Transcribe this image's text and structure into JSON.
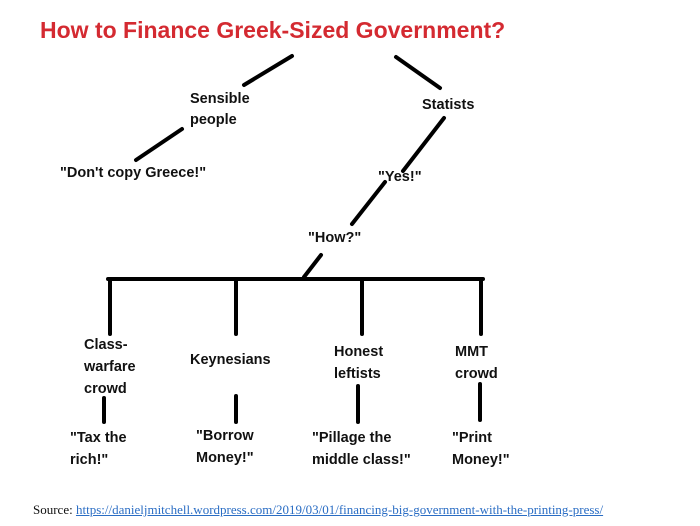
{
  "title": "How to Finance Greek-Sized Government?",
  "nodes": {
    "sensible": [
      "Sensible",
      "people"
    ],
    "statists": "Statists",
    "dont_copy": "\"Don't copy Greece!\"",
    "yes": "\"Yes!\"",
    "how": "\"How?\"",
    "groups": [
      {
        "label": [
          "Class-",
          "warfare",
          "crowd"
        ],
        "quote": [
          "\"Tax the",
          "rich!\""
        ]
      },
      {
        "label": [
          "Keynesians"
        ],
        "quote": [
          "\"Borrow",
          "Money!\""
        ]
      },
      {
        "label": [
          "Honest",
          "leftists"
        ],
        "quote": [
          "\"Pillage the",
          "middle class!\""
        ]
      },
      {
        "label": [
          "MMT",
          "crowd"
        ],
        "quote": [
          "\"Print",
          "Money!\""
        ]
      }
    ]
  },
  "source": {
    "label": "Source:",
    "url": "https://danieljmitchell.wordpress.com/2019/03/01/financing-big-government-with-the-printing-press/"
  },
  "colors": {
    "title": "#d42a31",
    "link": "#2a6dc4"
  }
}
